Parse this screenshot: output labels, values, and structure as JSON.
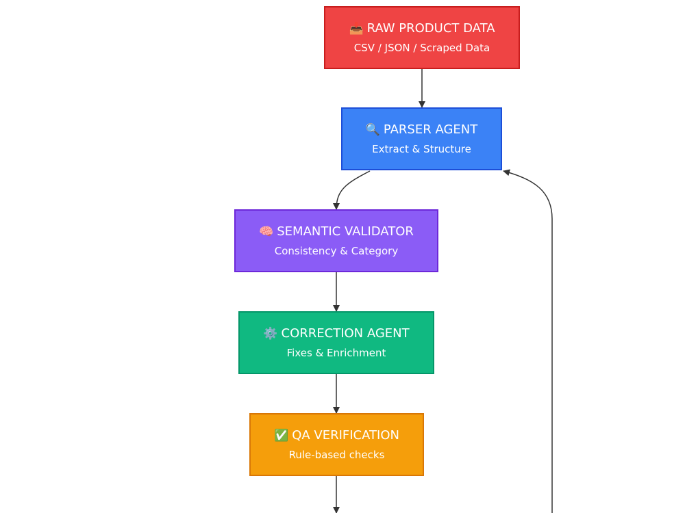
{
  "colors": {
    "edge": "#333333",
    "raw_fill": "#ef4444",
    "raw_border": "#c81e1e",
    "parser_fill": "#3b82f6",
    "parser_border": "#1d4ed8",
    "semantic_fill": "#8b5cf6",
    "semantic_border": "#6d28d9",
    "correction_fill": "#10b981",
    "correction_border": "#059669",
    "qa_fill": "#f59e0b",
    "qa_border": "#d97706"
  },
  "nodes": {
    "raw": {
      "icon": "inbox-tray-icon",
      "emoji": "📥",
      "title": "RAW PRODUCT DATA",
      "subtitle": "CSV / JSON / Scraped Data"
    },
    "parser": {
      "icon": "magnifier-icon",
      "emoji": "🔍",
      "title": "PARSER AGENT",
      "subtitle": "Extract & Structure"
    },
    "semantic": {
      "icon": "brain-icon",
      "emoji": "🧠",
      "title": "SEMANTIC VALIDATOR",
      "subtitle": "Consistency & Category"
    },
    "correction": {
      "icon": "gear-icon",
      "emoji": "⚙️",
      "title": "CORRECTION AGENT",
      "subtitle": "Fixes & Enrichment"
    },
    "qa": {
      "icon": "check-mark-icon",
      "emoji": "✅",
      "title": "QA VERIFICATION",
      "subtitle": "Rule-based checks"
    }
  },
  "edges": [
    {
      "from": "raw",
      "to": "parser"
    },
    {
      "from": "parser",
      "to": "semantic"
    },
    {
      "from": "semantic",
      "to": "correction"
    },
    {
      "from": "correction",
      "to": "qa"
    },
    {
      "from": "qa",
      "to": "offscreen-below"
    },
    {
      "from": "offscreen-below",
      "to": "parser",
      "kind": "feedback-loop"
    }
  ]
}
